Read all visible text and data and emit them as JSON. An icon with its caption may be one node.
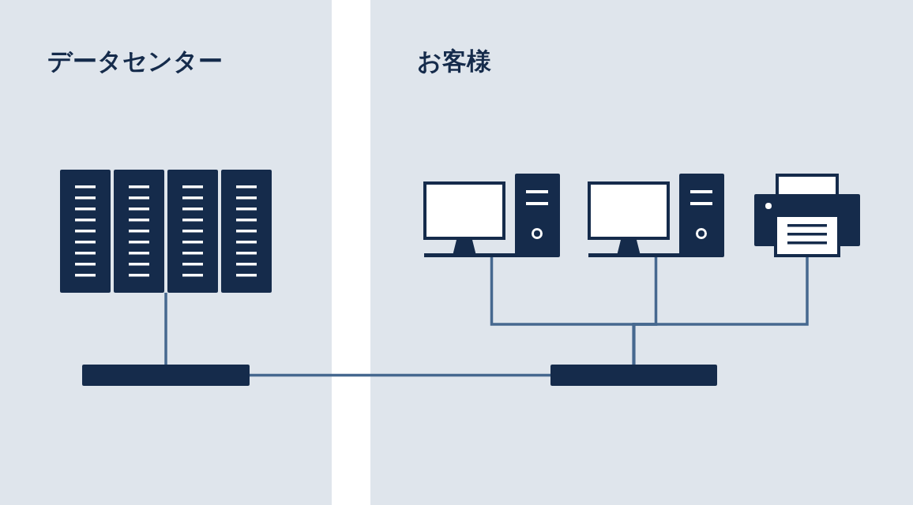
{
  "diagram": {
    "nodes": [
      {
        "text": [
          "データセンター"
        ]
      },
      {
        "text": [
          "お客様"
        ]
      },
      {
        "text": [],
        "shape": "server",
        "in": 0
      },
      {
        "text": [],
        "shape": "bar",
        "in": 0
      },
      {
        "text": [],
        "shape": "computer",
        "in": 1
      },
      {
        "text": [],
        "shape": "computer",
        "in": 1
      },
      {
        "text": [],
        "shape": "printer",
        "in": 1
      },
      {
        "text": [],
        "shape": "bar",
        "in": 1
      }
    ],
    "edges": [
      {
        "from": 2,
        "to": 3,
        "arrow": "none"
      },
      {
        "from": 3,
        "to": 7,
        "arrow": "none"
      },
      {
        "from": 4,
        "to": 7,
        "arrow": "none"
      },
      {
        "from": 5,
        "to": 7,
        "arrow": "none"
      },
      {
        "from": 6,
        "to": 7,
        "arrow": "none"
      }
    ]
  }
}
